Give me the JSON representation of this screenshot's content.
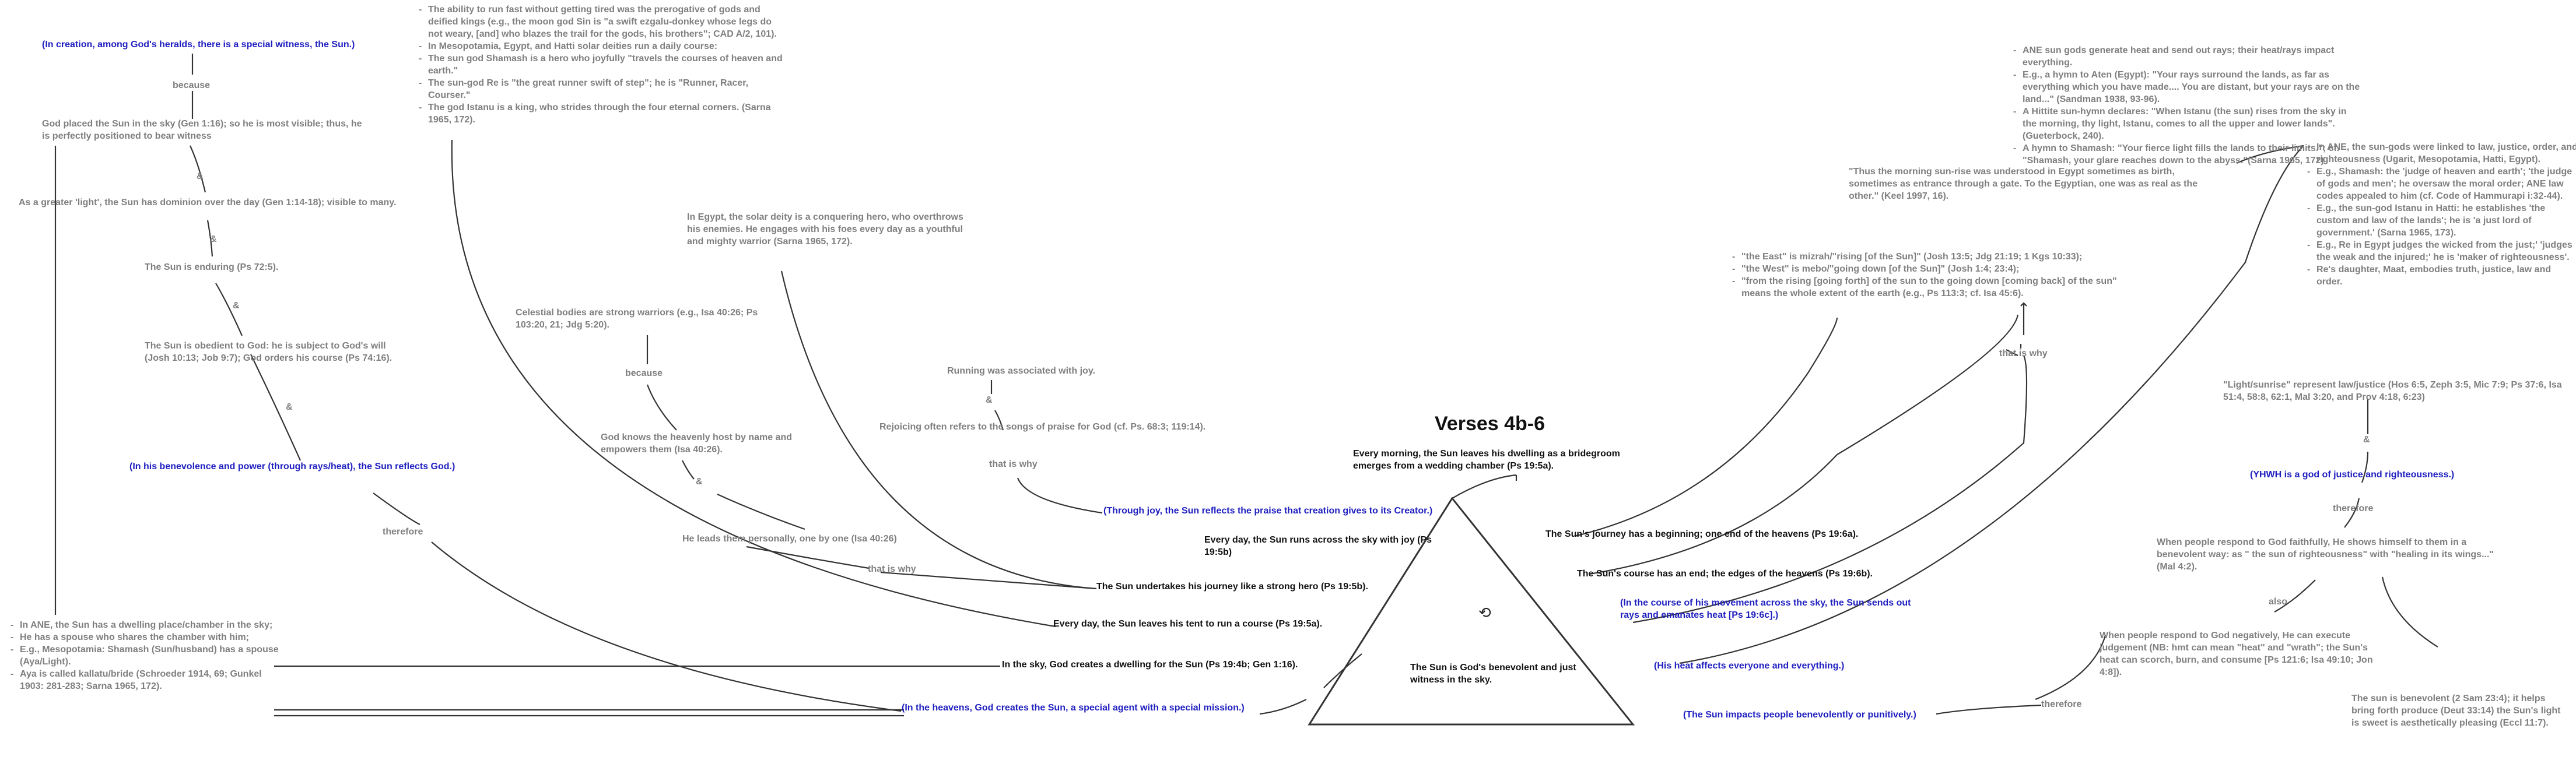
{
  "title": "Verses 4b-6",
  "left": {
    "n_witness": "(In creation, among God's heralds, there is a special witness, the Sun.)",
    "l_because": "because",
    "n_placed": "God placed the Sun in the sky (Gen 1:16); so he is most visible; thus, he is perfectly positioned to bear witness",
    "l_amp1": "&",
    "n_light": "As a greater 'light', the Sun has dominion over the day (Gen 1:14-18); visible to many.",
    "l_amp2": "&",
    "n_enduring": "The Sun is enduring (Ps 72:5).",
    "l_amp3": "&",
    "n_obedient": "The Sun is obedient to God: he is subject to God's will (Josh 10:13; Job 9:7); God orders his course (Ps 74:16).",
    "l_amp4": "&",
    "n_benevolence": "(In his benevolence and power (through rays/heat), the Sun reflects God.)",
    "l_therefore": "therefore",
    "n_ane": [
      "In ANE, the Sun has a dwelling place/chamber in the sky;",
      "He has a spouse who shares the chamber with him;",
      "E.g., Mesopotamia: Shamash (Sun/husband) has a spouse (Aya/Light).",
      "Aya is called kallatu/bride (Schroeder 1914, 69; Gunkel 1903: 281-283; Sarna 1965, 172)."
    ]
  },
  "top_mid": {
    "n_run": [
      "The ability to run fast without getting tired was the prerogative of gods and deified kings (e.g., the moon god Sin is \"a swift ezgalu-donkey whose legs do not weary, [and] who blazes the trail for the gods, his brothers\"; CAD A/2, 101).",
      "In Mesopotamia, Egypt, and Hatti solar deities run a daily course:",
      "The sun god Shamash is a hero who joyfully \"travels the courses of heaven and earth.\"",
      "The sun-god Re is \"the great runner swift of step\"; he is \"Runner, Racer, Courser.\"",
      "The god Istanu is a king, who strides through the four eternal corners. (Sarna 1965, 172)."
    ],
    "n_egypt": "In Egypt, the solar deity is a conquering hero, who overthrows his enemies. He engages with his foes every day as a youthful and mighty warrior (Sarna 1965, 172).",
    "n_warriors": "Celestial bodies are strong warriors (e.g., Isa 40:26; Ps 103:20, 21; Jdg 5:20).",
    "l_because2": "because",
    "n_knows": "God knows the heavenly host by name and empowers them (Isa 40:26).",
    "l_amp5": "&",
    "n_leads": "He leads them personally, one by one (Isa 40:26)",
    "l_thatiswhy1": "that is why",
    "n_running_joy": "Running was associated with joy.",
    "l_amp6": "&",
    "n_rejoicing": "Rejoicing often refers to the songs of praise for God (cf. Ps. 68:3; 119:14).",
    "l_thatiswhy2": "that is why",
    "n_through_joy": "(Through joy, the Sun reflects the praise that creation gives to its Creator.)"
  },
  "center": {
    "n_every_morning": "Every morning, the Sun leaves his dwelling as a bridegroom emerges from a wedding chamber (Ps 19:5a).",
    "n_every_day_runs": "Every day, the Sun runs across the sky with joy (Ps 19:5b)",
    "n_strong_hero": "The Sun undertakes his journey like a strong hero (Ps 19:5b).",
    "n_tent": "Every day, the Sun leaves his tent to run a course (Ps 19:5a).",
    "n_dwelling": "In the sky, God creates a dwelling for the Sun (Ps 19:4b; Gen 1:16).",
    "n_heavens": "(In the heavens, God creates the Sun, a special agent with a special mission.)",
    "n_triangle": "The Sun is God's benevolent and just witness in the sky.",
    "refresh_icon": "refresh-icon"
  },
  "right_mid": {
    "n_journey": "The Sun's journey has a beginning; one end of the heavens (Ps 19:6a).",
    "n_course": "The Sun's course has an end; the edges of the heavens (Ps 19:6b).",
    "n_in_course": "(In the course of his movement across the sky, the Sun sends out rays and emanates heat [Ps 19:6c].)",
    "n_heat": "(His heat affects everyone and everything.)",
    "n_impacts": "(The Sun impacts people benevolently or punitively.)",
    "n_morning_sunrise": "\"Thus the morning sun-rise was understood in Egypt sometimes as birth, sometimes as entrance through a gate. To the Egyptian, one was as real as the other.\" (Keel 1997, 16).",
    "n_east": [
      "\"the East\" is mizrah/\"rising [of the Sun]\" (Josh 13:5; Jdg 21:19; 1 Kgs 10:33);",
      "\"the West\" is mebo/\"going down [of the Sun]\" (Josh 1:4; 23:4);",
      "\"from the rising [going forth] of the sun to the going down [coming back] of the sun\" means the whole extent of the earth (e.g., Ps 113:3; cf. Isa 45:6)."
    ],
    "l_thatiswhy3": "that is why"
  },
  "right": {
    "n_ane_sun": [
      "ANE sun gods generate heat and send out rays; their heat/rays impact everything.",
      "E.g., a hymn to Aten (Egypt): \"Your rays surround the lands, as far as everything which you have made.... You are distant, but your rays are on the land...\" (Sandman 1938, 93-96).",
      "A Hittite sun-hymn declares: \"When Istanu (the sun) rises from the sky in the morning, thy light, Istanu, comes to all the upper and lower lands\". (Gueterbock, 240).",
      "A hymn to Shamash: \"Your fierce light fills the lands to their limits.\"; cf. \"Shamash, your glare reaches down to the abyss.\"(Sarna 1965, 172)"
    ],
    "n_law": [
      "In ANE, the sun-gods were linked to law, justice, order, and righteousness (Ugarit, Mesopotamia, Hatti, Egypt).",
      "E.g., Shamash: the 'judge of heaven and earth'; 'the judge of gods and men'; he oversaw the moral order; ANE law codes appealed to him (cf. Code of Hammurapi i:32-44).",
      "E.g., the sun-god Istanu in Hatti: he establishes 'the custom and law of the lands'; he is 'a just lord of government.' (Sarna 1965, 173).",
      "E.g., Re in Egypt judges the wicked from the just;' 'judges the weak and the injured;' he is 'maker of righteousness'.",
      "Re's daughter, Maat, embodies truth, justice, law and order."
    ],
    "n_light_sunrise": "\"Light/sunrise\" represent law/justice (Hos 6:5, Zeph 3:5, Mic 7:9; Ps 37:6, Isa 51:4, 58:8, 62:1, Mal 3:20, and Prov 4:18, 6:23)",
    "l_amp7": "&",
    "n_yhwh": "(YHWH is a god of justice and righteousness.)",
    "l_therefore2": "therefore",
    "n_faithfully": "When people respond to God faithfully, He shows himself to them in a benevolent way: as \" the sun of righteousness\" with \"healing in its wings...\" (Mal 4:2).",
    "l_also": "also",
    "n_negatively": "When people respond to God negatively, He can execute judgement (NB: hmt can mean \"heat\" and \"wrath\"; the Sun's heat can scorch, burn, and consume [Ps 121:6; Isa 49:10; Jon 4:8]).",
    "l_therefore3": "therefore",
    "n_benevolent": "The sun is benevolent (2 Sam 23:4); it helps bring forth produce (Deut 33:14) the Sun's light is sweet is aesthetically pleasing (Eccl 11:7)."
  }
}
